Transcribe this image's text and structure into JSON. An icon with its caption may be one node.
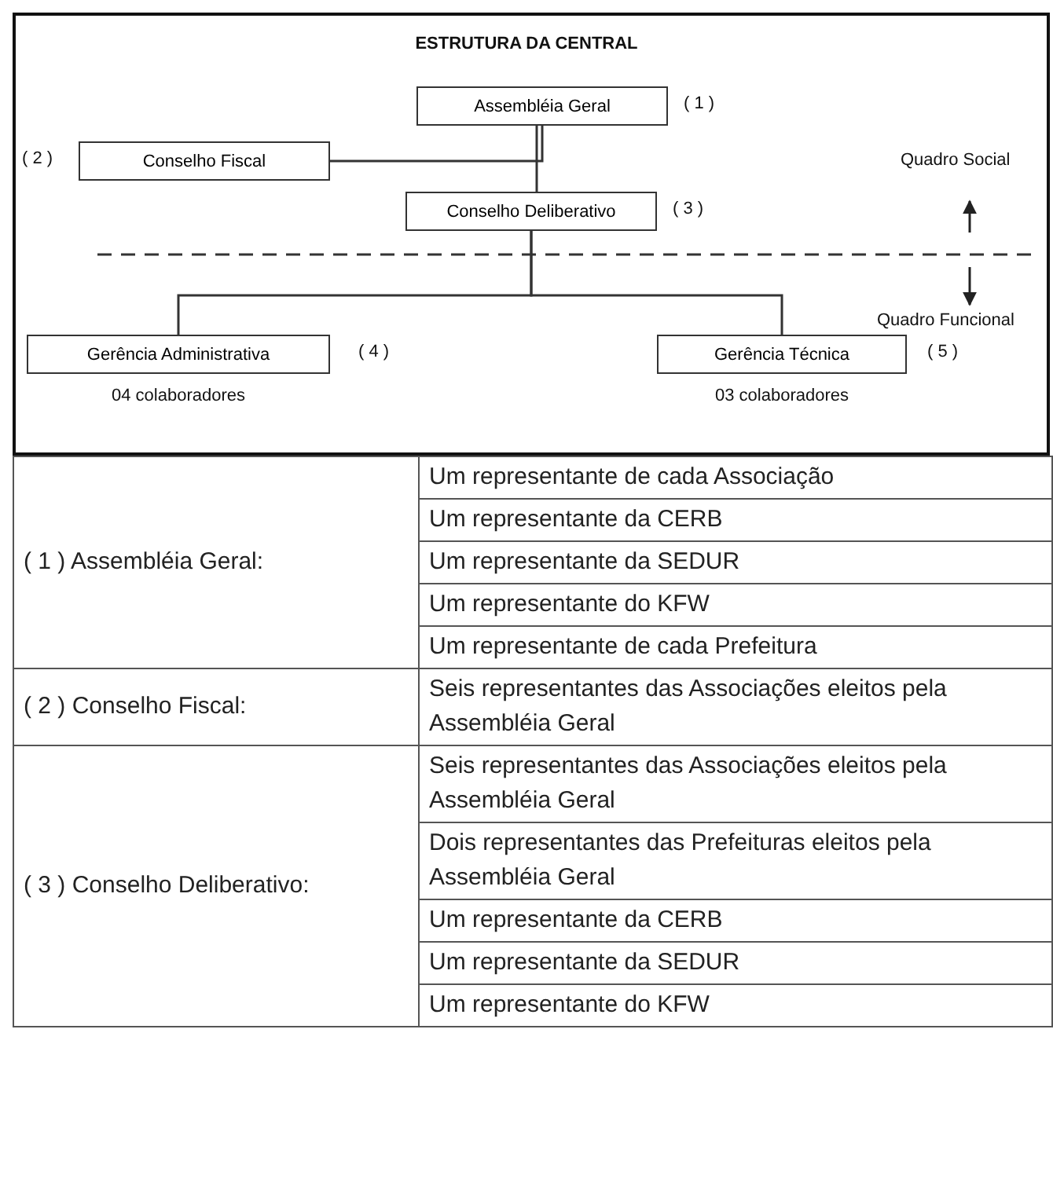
{
  "diagram": {
    "title": "ESTRUTURA DA CENTRAL",
    "nodes": [
      {
        "text": [
          "Assembléia Geral"
        ],
        "beside": [
          "( 1 )"
        ]
      },
      {
        "text": [
          "Conselho Fiscal"
        ],
        "beside": [
          "( 2 )"
        ]
      },
      {
        "text": [
          "Conselho Deliberativo"
        ],
        "beside": [
          "( 3 )"
        ]
      },
      {
        "text": [
          "Gerência Administrativa"
        ],
        "beside": [
          "( 4 )",
          "04 colaboradores"
        ]
      },
      {
        "text": [
          "Gerência Técnica"
        ],
        "beside": [
          "( 5 )",
          "03 colaboradores"
        ]
      }
    ],
    "edges": [
      {
        "from": 0,
        "to": 2,
        "arrow": "none"
      },
      {
        "from": 1,
        "to": 0,
        "arrow": "none"
      },
      {
        "from": 2,
        "to": 3,
        "arrow": "none"
      },
      {
        "from": 2,
        "to": 4,
        "arrow": "none"
      }
    ],
    "labels": [
      "Quadro Social",
      "Quadro Funcional",
      "( 1 ) Assembléia Geral:",
      "Um representante de cada Associação",
      "Um representante da CERB",
      "Um representante da SEDUR",
      "Um representante do KFW",
      "Um representante de cada Prefeitura",
      "( 2 ) Conselho Fiscal:",
      "Seis representantes das Associações eleitos pela Assembléia Geral",
      "( 3 ) Conselho Deliberativo:",
      "Seis representantes das Associações eleitos pela Assembléia Geral",
      "Dois representantes das Prefeituras eleitos pela Assembléia Geral",
      "Um representante da CERB",
      "Um representante da SEDUR",
      "Um representante do KFW"
    ]
  }
}
